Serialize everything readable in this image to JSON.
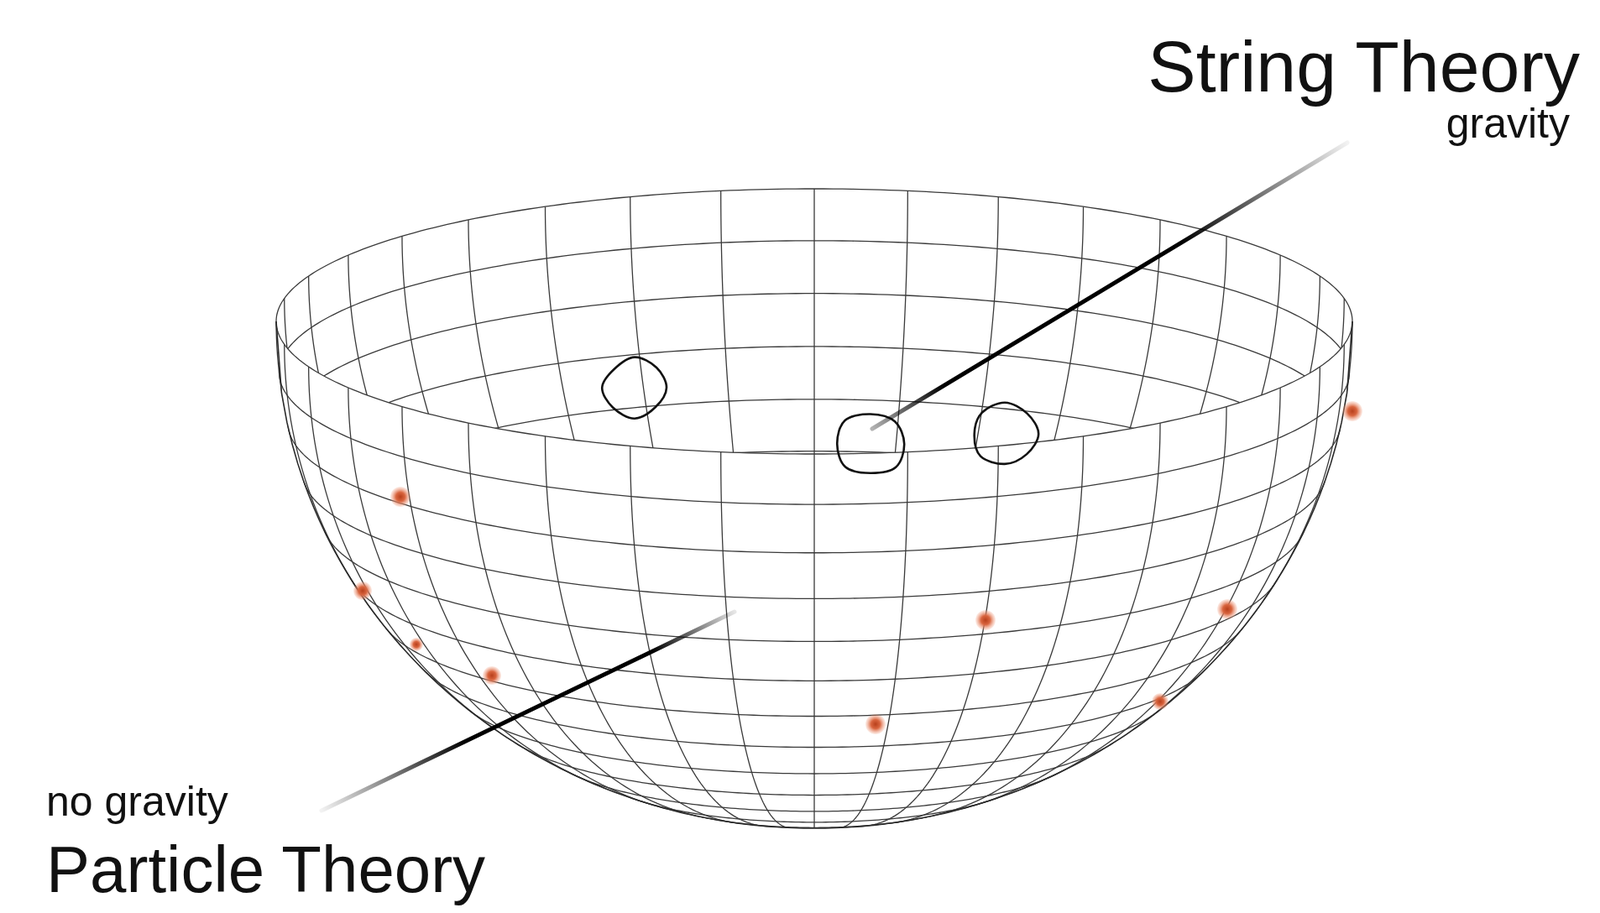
{
  "diagram": {
    "labels": [
      "String Theory",
      "gravity",
      "no gravity",
      "Particle Theory"
    ]
  }
}
